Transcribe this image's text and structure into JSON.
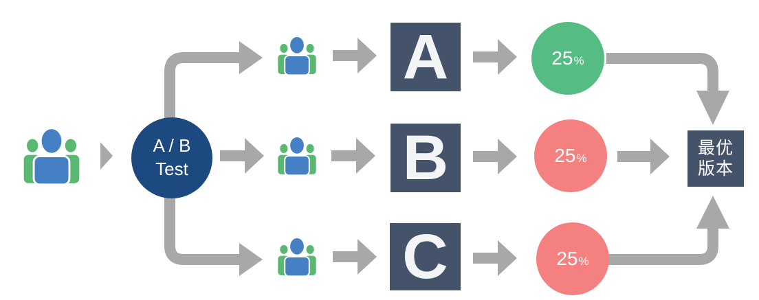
{
  "diagram": {
    "ab_node": {
      "line1": "A / B",
      "line2": "Test"
    },
    "branches": [
      {
        "label": "A",
        "share": "25",
        "unit": "%",
        "result_color": "#55bc84"
      },
      {
        "label": "B",
        "share": "25",
        "unit": "%",
        "result_color": "#f58080"
      },
      {
        "label": "C",
        "share": "25",
        "unit": "%",
        "result_color": "#f58080"
      }
    ],
    "result": {
      "line1": "最优",
      "line2": "版本"
    },
    "colors": {
      "ab_circle_navy": "#1c4a80",
      "variant_square_slate": "#44536a",
      "winner_green": "#55bc84",
      "loser_red": "#f58080",
      "arrow_gray": "#a8a8a8",
      "person_blue": "#4580c4",
      "person_green": "#5bb873"
    }
  }
}
